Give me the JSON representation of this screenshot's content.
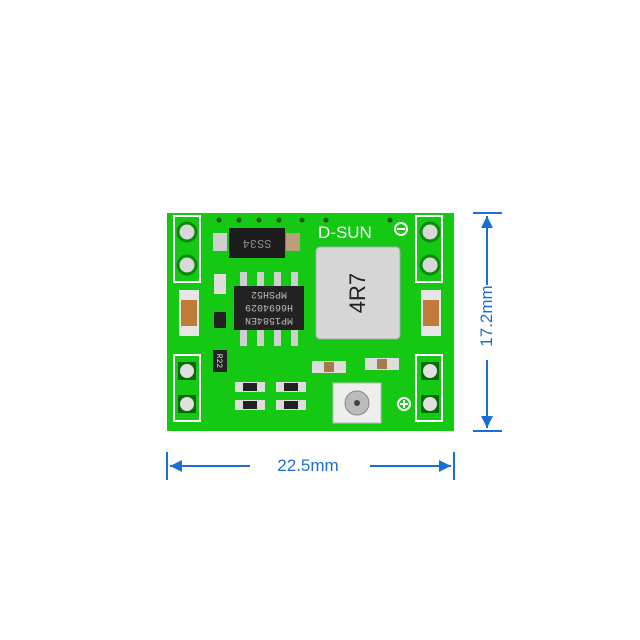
{
  "product": {
    "brand_silkscreen": "D-SUN",
    "diode_marking": "SS34",
    "inductor_marking": "4R7",
    "chip_markings": [
      "MP1584EN",
      "H6694029",
      "MPSH52"
    ],
    "resistor_marking": "R22",
    "board_color": "#14c814"
  },
  "dimensions": {
    "width_label": "22.5mm",
    "height_label": "17.2mm",
    "color": "#1a6fd6"
  }
}
